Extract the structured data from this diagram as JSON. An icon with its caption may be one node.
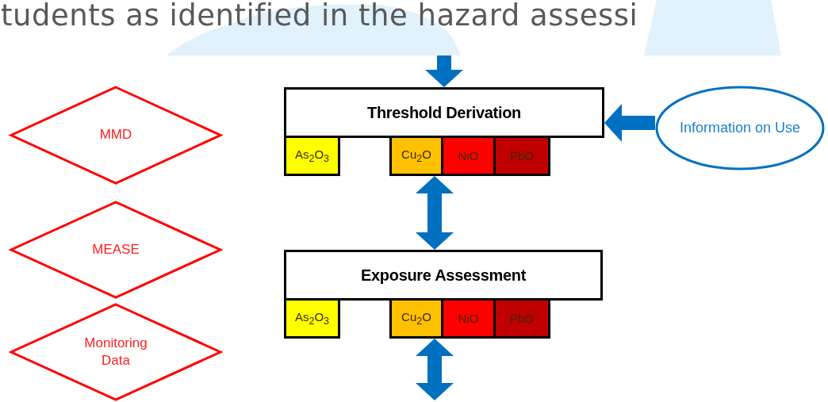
{
  "diagram": {
    "nodes": [
      {
        "text": [],
        "shape": "cloud"
      },
      {
        "text": [
          "MMD"
        ]
      },
      {
        "text": [
          "MEASE"
        ]
      },
      {
        "text": [
          "Monitoring Data"
        ]
      },
      {
        "text": [
          "Threshold Derivation"
        ]
      },
      {
        "text": [
          "As$_{2}$O$_{3}$"
        ]
      },
      {
        "text": [
          "Cu$_{2}$O"
        ]
      },
      {
        "text": [
          "NiO"
        ]
      },
      {
        "text": [
          "PbO"
        ]
      },
      {
        "text": [
          "Exposure Assessment"
        ]
      },
      {
        "text": [
          "As$_{2}$O$_{3}$"
        ]
      },
      {
        "text": [
          "Cu$_{2}$O"
        ]
      },
      {
        "text": [
          "NiO"
        ]
      },
      {
        "text": [
          "PbO"
        ]
      },
      {
        "text": [
          "Information on Use"
        ]
      },
      {
        "text": [],
        "shape": "trapezoid"
      }
    ],
    "edges": [
      {
        "from": 0,
        "to": 4,
        "arrow": "to"
      },
      {
        "from": 14,
        "to": 4,
        "arrow": "to"
      },
      {
        "from": 6,
        "to": 9,
        "arrow": "both"
      },
      {
        "from": 11,
        "to": null,
        "arrow": "both"
      }
    ],
    "labels": [
      "tudents as identified in the hazard assessi"
    ]
  }
}
